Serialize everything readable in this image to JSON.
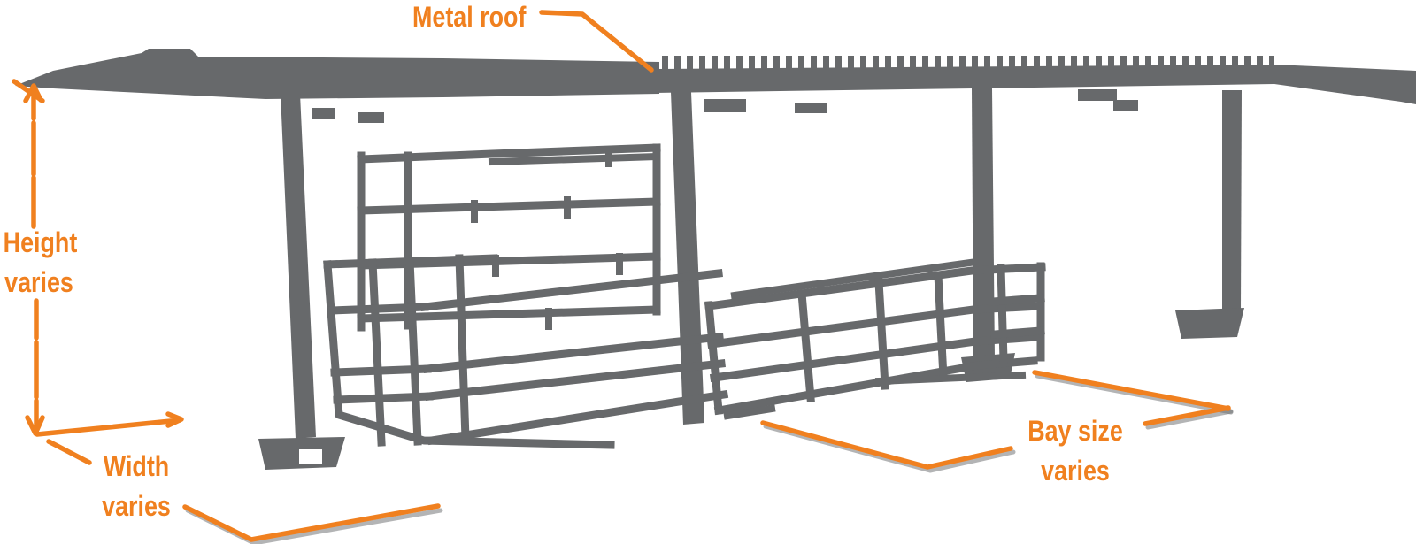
{
  "diagram": {
    "description": "Hand-drawn illustration of an open pole shed with a metal roof, four support posts and stacks of stickered lumber drying underneath",
    "labels": {
      "metal_roof": "Metal roof",
      "height_line1": "Height",
      "height_line2": "varies",
      "width_line1": "Width",
      "width_line2": "varies",
      "bay_line1": "Bay size",
      "bay_line2": "varies"
    },
    "colors": {
      "structure_gray": "#67696b",
      "annotation_orange": "#f0801f"
    }
  }
}
